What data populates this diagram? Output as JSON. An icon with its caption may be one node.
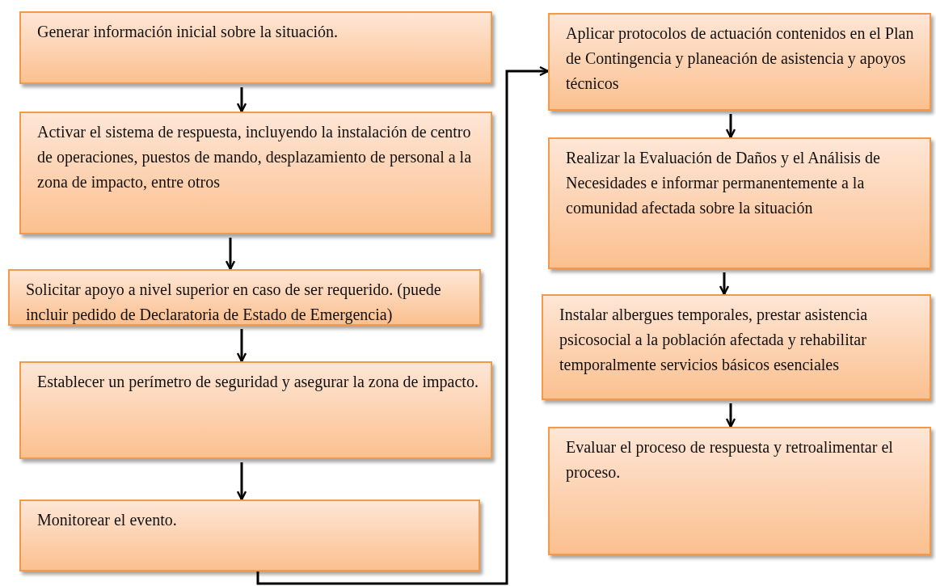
{
  "diagram": {
    "nodes": [
      {
        "text": [
          "Generar información inicial sobre la situación."
        ]
      },
      {
        "text": [
          "Activar el sistema de respuesta, incluyendo la instalación de centro de operaciones, puestos de mando, desplazamiento de personal a la zona de impacto, entre otros"
        ]
      },
      {
        "text": [
          "Solicitar apoyo a nivel superior en caso de ser requerido. (puede incluir pedido de Declaratoria de Estado de Emergencia)"
        ]
      },
      {
        "text": [
          "Establecer un perímetro de seguridad y asegurar la zona de impacto."
        ]
      },
      {
        "text": [
          "Monitorear el evento."
        ]
      },
      {
        "text": [
          "Aplicar protocolos de actuación contenidos en el Plan de Contingencia y planeación de asistencia y apoyos técnicos"
        ]
      },
      {
        "text": [
          "Realizar la Evaluación de Daños y el Análisis de Necesidades e informar permanentemente a la comunidad afectada sobre la situación"
        ]
      },
      {
        "text": [
          "Instalar albergues temporales, prestar asistencia psicosocial a la población afectada y rehabilitar temporalmente servicios básicos esenciales"
        ]
      },
      {
        "text": [
          "Evaluar el proceso de respuesta y retroalimentar el proceso."
        ]
      }
    ],
    "edges": [
      {
        "from": 0,
        "to": 1,
        "arrow": "to"
      },
      {
        "from": 1,
        "to": 2,
        "arrow": "to"
      },
      {
        "from": 2,
        "to": 3,
        "arrow": "to"
      },
      {
        "from": 3,
        "to": 4,
        "arrow": "to"
      },
      {
        "from": 4,
        "to": 5,
        "arrow": "to"
      },
      {
        "from": 5,
        "to": 6,
        "arrow": "to"
      },
      {
        "from": 6,
        "to": 7,
        "arrow": "to"
      },
      {
        "from": 7,
        "to": 8,
        "arrow": "to"
      }
    ]
  }
}
